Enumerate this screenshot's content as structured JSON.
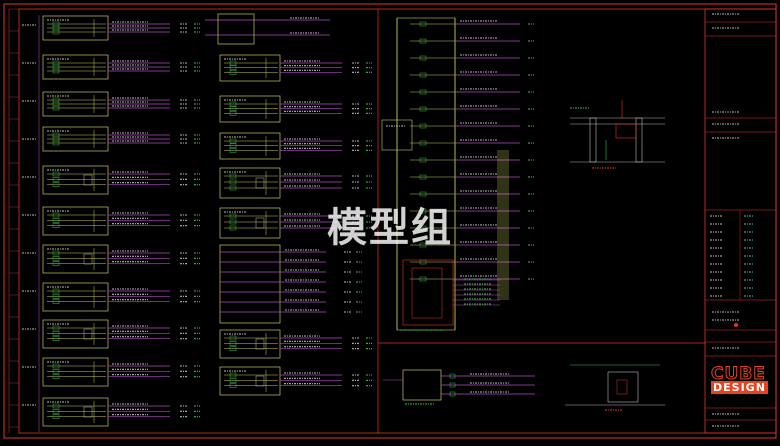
{
  "watermark": "模型组",
  "logo": {
    "line1": "CUBE",
    "line2": "DESIGN"
  },
  "colors": {
    "background": "#000000",
    "frame": "#e3352b",
    "panel": "#c8c85a",
    "feeder": "#b04ec4",
    "text": "#b8b8b8",
    "accent_green": "#37c24a",
    "accent_cyan": "#2fc9d9"
  }
}
